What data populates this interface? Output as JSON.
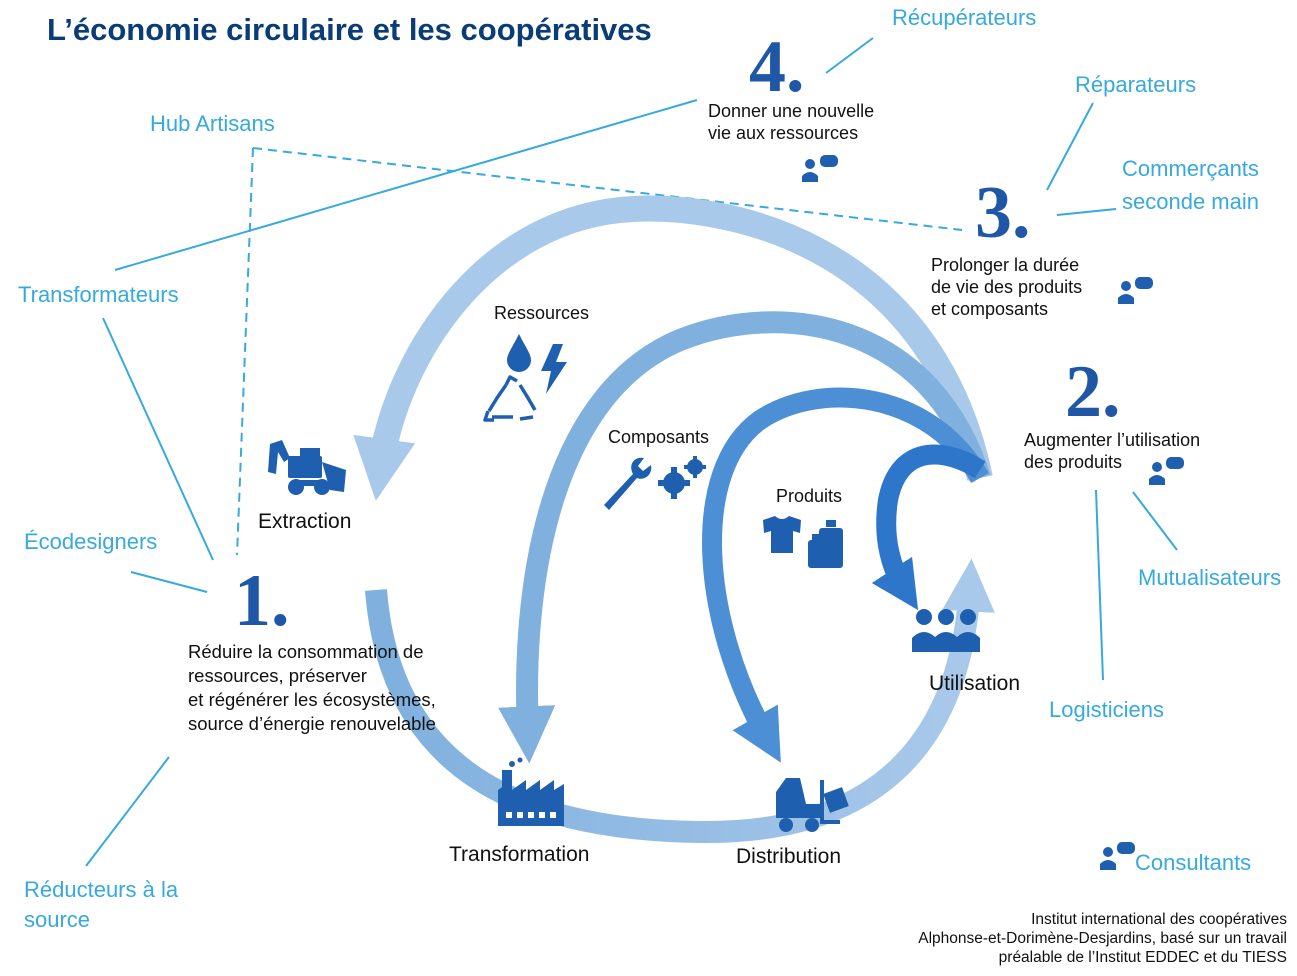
{
  "title": "L’économie circulaire et les coopératives",
  "steps": [
    {
      "num": "1.",
      "text": "Réduire la consommation de\nressources, préserver\net régénérer les écosystèmes,\nsource d’énergie renouvelable"
    },
    {
      "num": "2.",
      "text": "Augmenter l’utilisation\ndes produits"
    },
    {
      "num": "3.",
      "text": "Prolonger la durée\nde vie des produits\net composants"
    },
    {
      "num": "4.",
      "text": "Donner une nouvelle\nvie aux ressources"
    }
  ],
  "stages": {
    "extraction": "Extraction",
    "transformation": "Transformation",
    "distribution": "Distribution",
    "utilisation": "Utilisation"
  },
  "flows": {
    "ressources": "Ressources",
    "composants": "Composants",
    "produits": "Produits"
  },
  "actors": {
    "recuperateurs": "Récupérateurs",
    "reparateurs": "Réparateurs",
    "commercants": "Commerçants\nseconde main",
    "hub_artisans": "Hub Artisans",
    "transformateurs": "Transformateurs",
    "ecodesigners": "Écodesigners",
    "reducteurs": "Réducteurs à la\nsource",
    "mutualisateurs": "Mutualisateurs",
    "logisticiens": "Logisticiens",
    "consultants": "Consultants"
  },
  "credit": "Institut international des coopératives\nAlphonse-et-Dorimène-Desjardins, basé sur un travail\npréalable de l’Institut EDDEC et du TIESS",
  "colors": {
    "title": "#0a3d78",
    "actor": "#36a9df",
    "step_number": "#1f56a6",
    "arrow_light": "#a9c9ea",
    "arrow_mid": "#7fb0de",
    "arrow_dark": "#4d8fd4",
    "arrow_darkest": "#2e76c9",
    "icon": "#1f5fb0"
  },
  "icons": [
    "excavator-icon",
    "water-drop-icon",
    "lightning-icon",
    "recycle-icon",
    "wrench-icon",
    "gears-icon",
    "tshirt-icon",
    "bottles-icon",
    "factory-icon",
    "forklift-icon",
    "people-group-icon",
    "consultant-icon"
  ]
}
